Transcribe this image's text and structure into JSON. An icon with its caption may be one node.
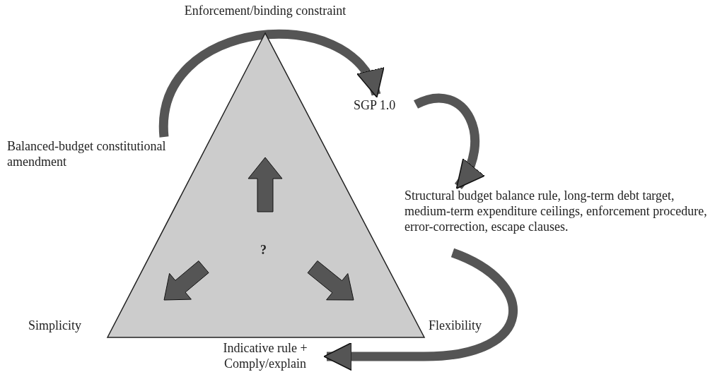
{
  "diagram": {
    "nodes": [
      {
        "text": [
          "?"
        ]
      },
      {
        "text": [
          "Balanced-budget constitutional amendment"
        ]
      },
      {
        "text": [
          "SGP 1.0"
        ]
      },
      {
        "text": [
          "Structural budget balance rule, long-term debt target, medium-term expenditure ceilings, enforcement procedure, error-correction, escape clauses."
        ]
      },
      {
        "text": [
          "Indicative rule + Comply/explain"
        ]
      }
    ],
    "edges": [
      {
        "from": 1,
        "to": 2,
        "arrow": "to"
      },
      {
        "from": 2,
        "to": 3,
        "arrow": "to"
      },
      {
        "from": 3,
        "to": 4,
        "arrow": "to"
      }
    ],
    "labels": [
      "Enforcement/binding constraint",
      "Simplicity",
      "Flexibility"
    ]
  }
}
